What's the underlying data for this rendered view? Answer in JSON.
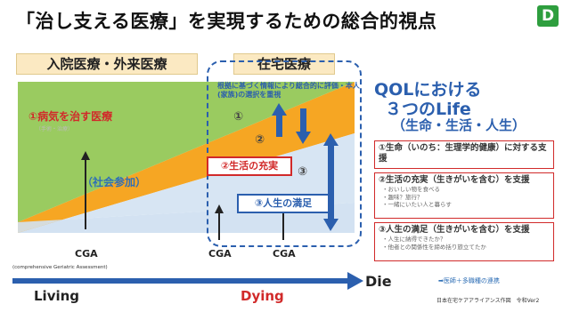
{
  "title": "「治し支える医療」を実現するための総合的視点",
  "badge": "D",
  "headers": {
    "left": "入院医療・外来医療",
    "right": "在宅医療"
  },
  "qol": {
    "title": "QOLにおける",
    "subtitle": "３つのLife",
    "parts": "（生命・生活・人生）"
  },
  "note": "根拠に基づく情報により総合的に評価・本人(家族)の選択を重視",
  "diagram": {
    "cure_label": "①病気を治す医療",
    "social_label": "（社会参加）",
    "region_numbers": [
      "①",
      "②",
      "③"
    ],
    "life_label": "②生活の充実",
    "satisfaction_label": "③人生の満足",
    "faint_text": "（手術・治療）",
    "colors": {
      "green": "#8cc44a",
      "orange": "#f6a623",
      "lightblue": "#d3e2f2",
      "blue": "#2b5fae",
      "red": "#d12a2a"
    }
  },
  "cga": {
    "label": "CGA",
    "note": "(comprehensive Geriatric Assessment)"
  },
  "timeline": {
    "living": "Living",
    "dying": "Dying",
    "die": "Die"
  },
  "collab": "➡医師＋多職種の連携",
  "credit": "日本在宅ケアアライアンス作図　令和Ver2",
  "life_boxes": [
    {
      "title": "①生命（いのち：生理学的健康）に対する支援",
      "bullets": []
    },
    {
      "title": "②生活の充実（生きがいを含む）を支援",
      "bullets": [
        "・おいしい物を食べる",
        "・趣味？旅行？",
        "・一緒にいたい人と暮らす"
      ]
    },
    {
      "title": "③人生の満足（生きがいを含む）を支援",
      "bullets": [
        "・人生に納得できたか？",
        "・他者との関係性を締め括り旅立てたか"
      ]
    }
  ]
}
